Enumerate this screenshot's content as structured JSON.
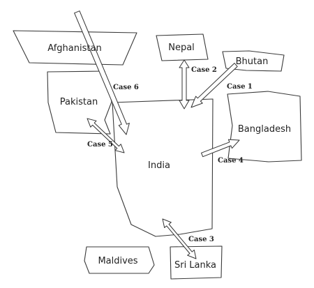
{
  "countries": {
    "afghanistan": "Afghanistan",
    "nepal": "Nepal",
    "bhutan": "Bhutan",
    "pakistan": "Pakistan",
    "bangladesh": "Bangladesh",
    "india": "India",
    "maldives": "Maldives",
    "sri_lanka": "Sri Lanka"
  },
  "cases": {
    "case1": "Case 1",
    "case2": "Case 2",
    "case3": "Case 3",
    "case4": "Case 4",
    "case5": "Case 5",
    "case6": "Case 6"
  },
  "arrows": [
    {
      "id": "case6-arrow",
      "from": "afghanistan",
      "to": "india",
      "heads": "end"
    },
    {
      "id": "case2-arrow",
      "from": "nepal",
      "to": "india",
      "heads": "both"
    },
    {
      "id": "case1-arrow",
      "from": "bhutan",
      "to": "india",
      "heads": "end"
    },
    {
      "id": "case4-arrow",
      "from": "india",
      "to": "bangladesh",
      "heads": "end"
    },
    {
      "id": "case5-arrow",
      "from": "pakistan",
      "to": "india",
      "heads": "both"
    },
    {
      "id": "case3-arrow",
      "from": "india",
      "to": "sri_lanka",
      "heads": "both"
    }
  ],
  "colors": {
    "stroke": "#3a3a3a",
    "fill": "#ffffff",
    "text": "#222222"
  }
}
